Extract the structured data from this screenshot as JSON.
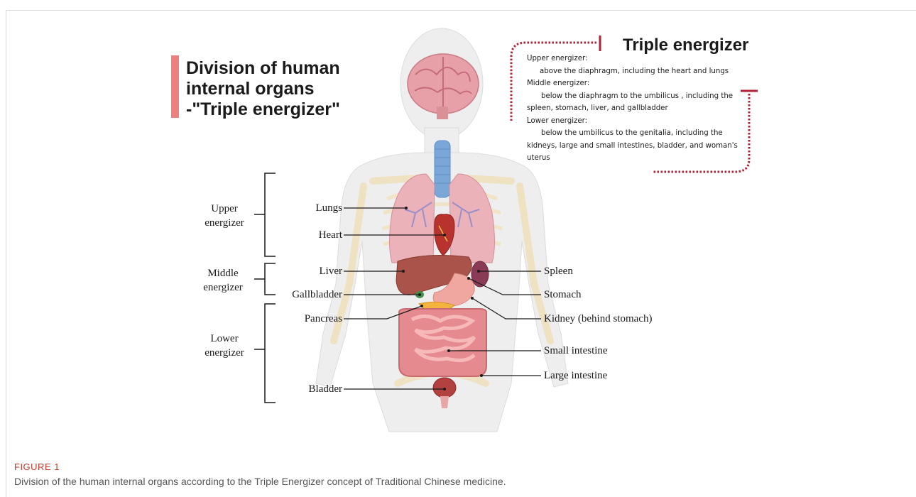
{
  "heading": {
    "line1": "Division of human",
    "line2": "internal organs",
    "line3": "-\"Triple energizer\""
  },
  "info_box": {
    "title": "Triple energizer",
    "upper_head": "Upper energizer:",
    "upper_desc": "above the diaphragm, including the heart and lungs",
    "middle_head": "Middle energizer:",
    "middle_desc_1": "below the diaphragm to the umbilicus , including the",
    "middle_desc_2": "spleen, stomach, liver, and gallbladder",
    "lower_head": "Lower energizer:",
    "lower_desc_1": "below the umbilicus to the genitalia, including the",
    "lower_desc_2": "kidneys, large and small intestines, bladder, and woman's",
    "lower_desc_3": "uterus"
  },
  "groups": {
    "upper_1": "Upper",
    "upper_2": "energizer",
    "middle_1": "Middle",
    "middle_2": "energizer",
    "lower_1": "Lower",
    "lower_2": "energizer"
  },
  "left_labels": {
    "lungs": "Lungs",
    "heart": "Heart",
    "liver": "Liver",
    "gallbladder": "Gallbladder",
    "pancreas": "Pancreas",
    "bladder": "Bladder"
  },
  "right_labels": {
    "spleen": "Spleen",
    "stomach": "Stomach",
    "kidney": "Kidney (behind stomach)",
    "small_intestine": "Small intestine",
    "large_intestine": "Large intestine"
  },
  "caption": {
    "label": "FIGURE 1",
    "text": "Division of the human internal organs according to the Triple Energizer concept of Traditional Chinese medicine."
  },
  "colors": {
    "accent_bar": "#f08080",
    "dotted_bracket": "#b22234",
    "caption_label": "#c0392b"
  }
}
